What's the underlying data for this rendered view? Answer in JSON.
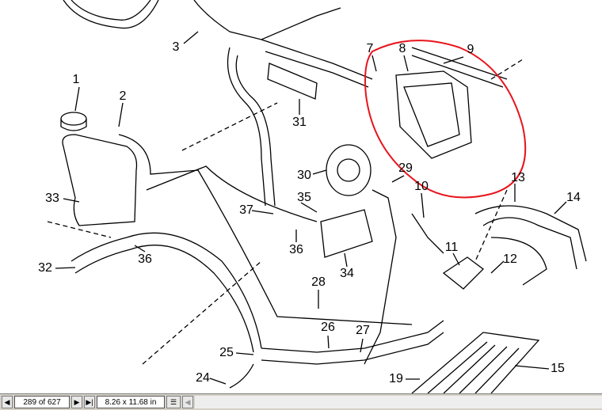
{
  "diagram": {
    "labels": [
      {
        "text": "1"
      },
      {
        "text": "2"
      },
      {
        "text": "3"
      },
      {
        "text": "7"
      },
      {
        "text": "8"
      },
      {
        "text": "9"
      },
      {
        "text": "31"
      },
      {
        "text": "30"
      },
      {
        "text": "29"
      },
      {
        "text": "13"
      },
      {
        "text": "14"
      },
      {
        "text": "10"
      },
      {
        "text": "33"
      },
      {
        "text": "35"
      },
      {
        "text": "37"
      },
      {
        "text": "36"
      },
      {
        "text": "36"
      },
      {
        "text": "32"
      },
      {
        "text": "34"
      },
      {
        "text": "28"
      },
      {
        "text": "11"
      },
      {
        "text": "12"
      },
      {
        "text": "26"
      },
      {
        "text": "27"
      },
      {
        "text": "25"
      },
      {
        "text": "24"
      },
      {
        "text": "19"
      },
      {
        "text": "15"
      }
    ],
    "highlight_color": "#e8141c"
  },
  "statusbar": {
    "page_indicator": "289 of 627",
    "page_size": "8.26 x 11.68 in",
    "first_icon": "prev-page-icon",
    "next_icon": "next-page-icon",
    "last_icon": "last-page-icon"
  }
}
